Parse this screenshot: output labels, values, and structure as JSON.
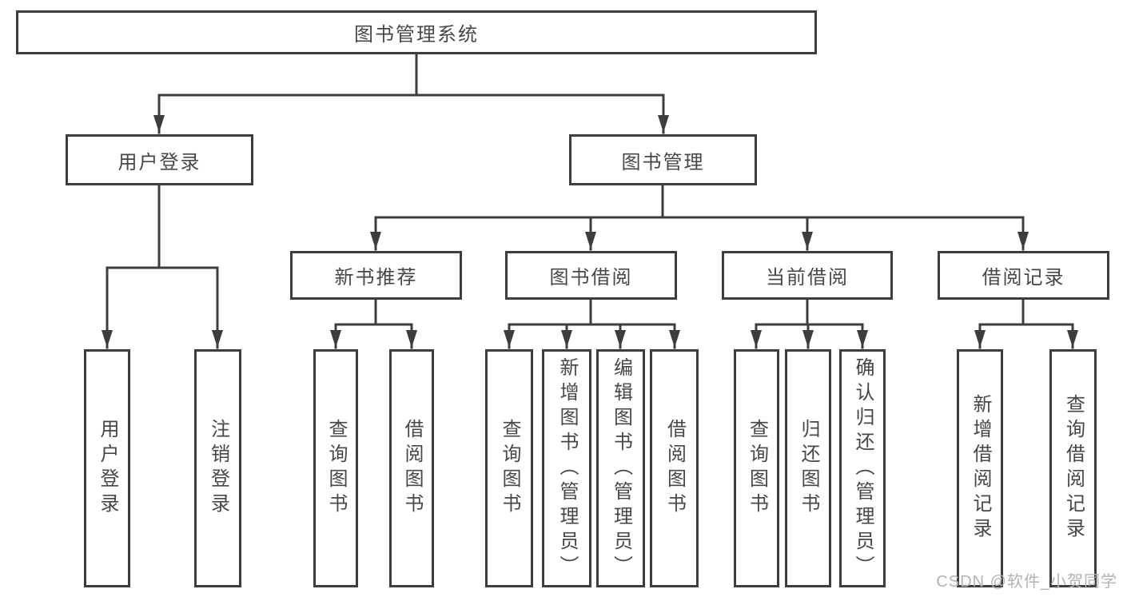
{
  "colors": {
    "background": "#ffffff",
    "line": "#3d3d3d",
    "box_border": "#3d3d3d",
    "box_fill": "#ffffff",
    "text": "#474747",
    "watermark": "#b3b3b3"
  },
  "watermark": {
    "text": "CSDN @软件_小贺同学"
  },
  "tree": {
    "label": "图书管理系统",
    "children": [
      {
        "label": "用户登录",
        "children": [
          {
            "label": "用户登录"
          },
          {
            "label": "注销登录"
          }
        ]
      },
      {
        "label": "图书管理",
        "children": [
          {
            "label": "新书推荐",
            "children": [
              {
                "label": "查询图书"
              },
              {
                "label": "借阅图书"
              }
            ]
          },
          {
            "label": "图书借阅",
            "children": [
              {
                "label": "查询图书"
              },
              {
                "label": "新增图书（管理员）"
              },
              {
                "label": "编辑图书（管理员）"
              },
              {
                "label": "借阅图书"
              }
            ]
          },
          {
            "label": "当前借阅",
            "children": [
              {
                "label": "查询图书"
              },
              {
                "label": "归还图书"
              },
              {
                "label": "确认归还（管理员）"
              }
            ]
          },
          {
            "label": "借阅记录",
            "children": [
              {
                "label": "新增借阅记录"
              },
              {
                "label": "查询借阅记录"
              }
            ]
          }
        ]
      }
    ]
  }
}
